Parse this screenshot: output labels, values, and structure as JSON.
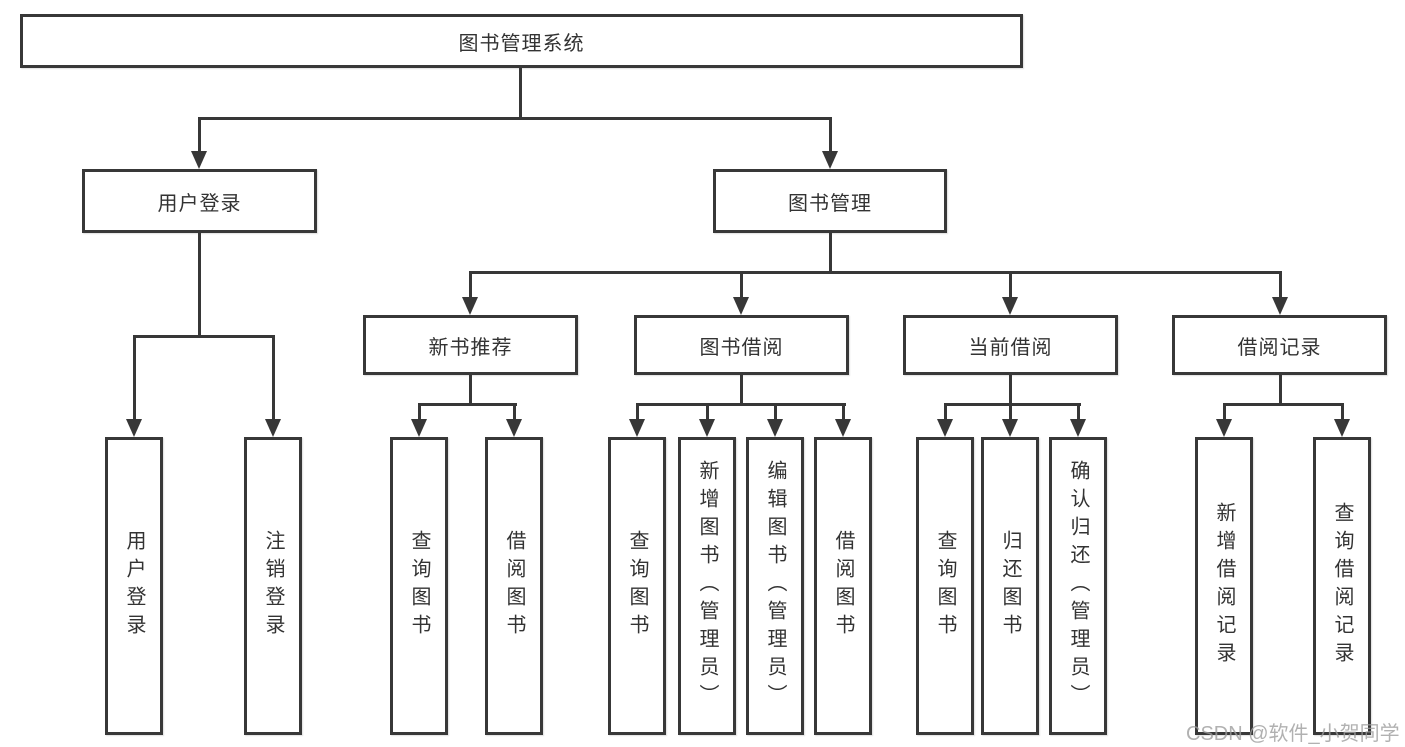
{
  "diagram": {
    "root": {
      "label": "图书管理系统"
    },
    "user_login": {
      "label": "用户登录",
      "children": {
        "login": {
          "label": "用户登录"
        },
        "logout": {
          "label": "注销登录"
        }
      }
    },
    "book_mgmt": {
      "label": "图书管理",
      "children": {
        "new_books": {
          "label": "新书推荐",
          "children": {
            "query": {
              "label": "查询图书"
            },
            "borrow": {
              "label": "借阅图书"
            }
          }
        },
        "borrowing": {
          "label": "图书借阅",
          "children": {
            "query": {
              "label": "查询图书"
            },
            "add": {
              "label": "新增图书（管理员）"
            },
            "edit": {
              "label": "编辑图书（管理员）"
            },
            "borrow": {
              "label": "借阅图书"
            }
          }
        },
        "current": {
          "label": "当前借阅",
          "children": {
            "query": {
              "label": "查询图书"
            },
            "return": {
              "label": "归还图书"
            },
            "confirm": {
              "label": "确认归还（管理员）"
            }
          }
        },
        "records": {
          "label": "借阅记录",
          "children": {
            "add": {
              "label": "新增借阅记录"
            },
            "query": {
              "label": "查询借阅记录"
            }
          }
        }
      }
    }
  },
  "colors": {
    "line": "#373737",
    "border": "#383838",
    "text": "#333333",
    "watermark": "#9e9e9e"
  },
  "watermark": {
    "text": "CSDN @软件_小贺同学"
  }
}
